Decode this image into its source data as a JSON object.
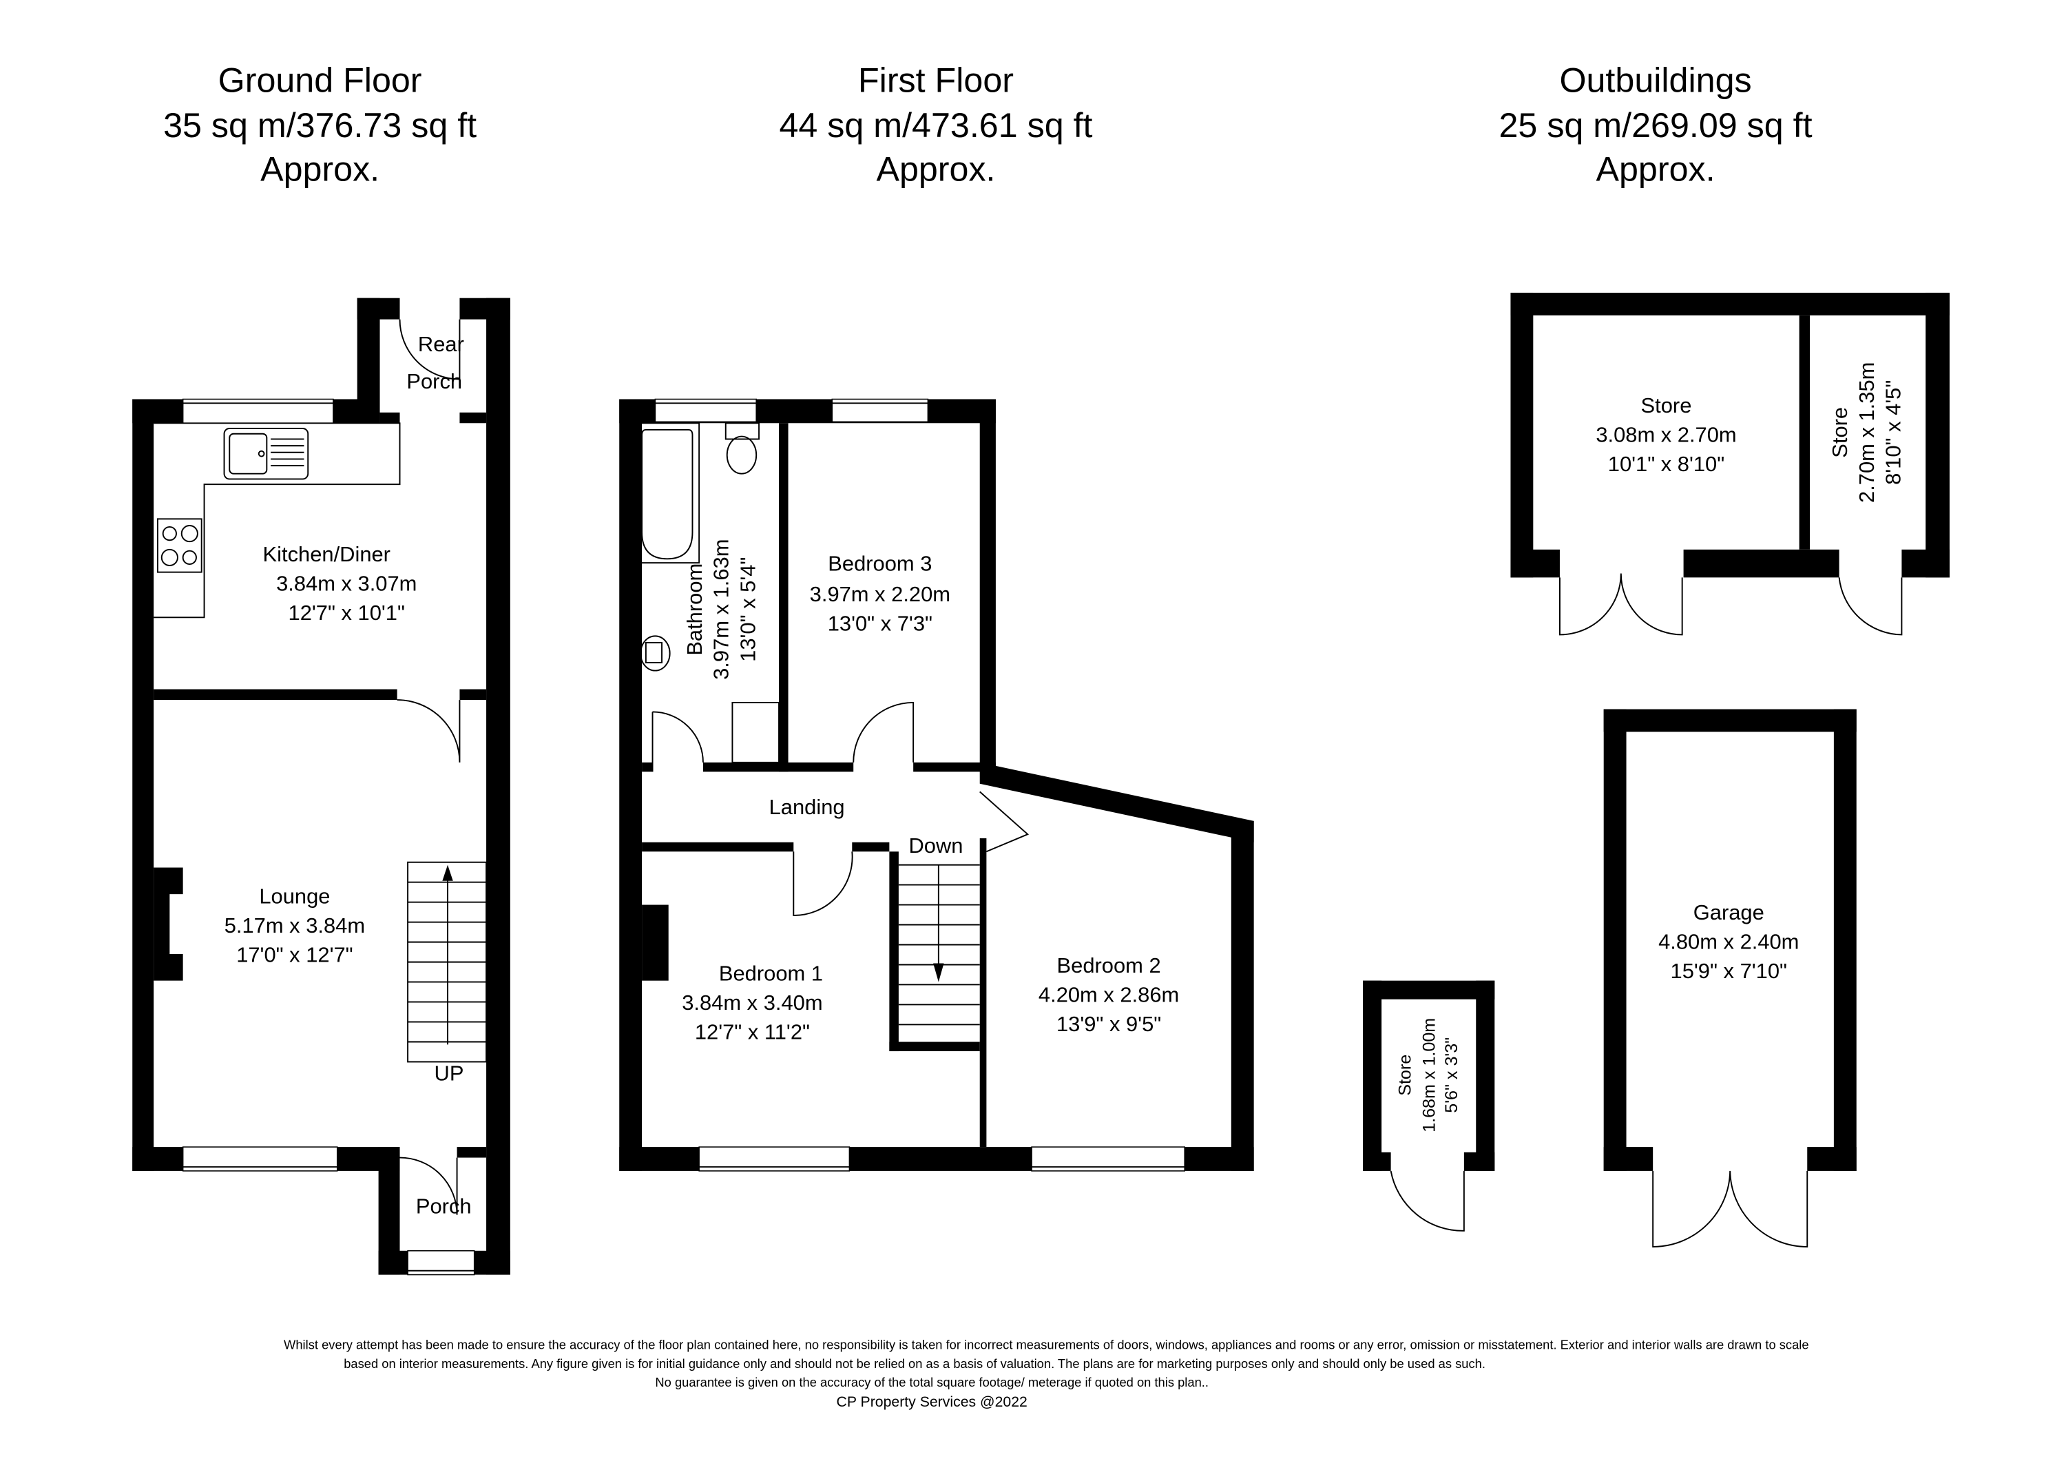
{
  "floors": [
    {
      "title": "Ground Floor",
      "area": "35 sq m/376.73 sq ft",
      "approx": "Approx."
    },
    {
      "title": "First Floor",
      "area": "44 sq m/473.61 sq ft",
      "approx": "Approx."
    },
    {
      "title": "Outbuildings",
      "area": "25 sq m/269.09 sq ft",
      "approx": "Approx."
    }
  ],
  "rooms": {
    "rear_porch": {
      "name1": "Rear",
      "name2": "Porch"
    },
    "kitchen": {
      "name": "Kitchen/Diner",
      "metric": "3.84m x 3.07m",
      "imperial": "12'7\" x 10'1\""
    },
    "lounge": {
      "name": "Lounge",
      "metric": "5.17m x 3.84m",
      "imperial": "17'0\" x 12'7\""
    },
    "porch": {
      "name": "Porch"
    },
    "stairs_up": "UP",
    "bathroom": {
      "name": "Bathroom",
      "metric": "3.97m x 1.63m",
      "imperial": "13'0\" x 5'4\""
    },
    "bedroom3": {
      "name": "Bedroom 3",
      "metric": "3.97m x 2.20m",
      "imperial": "13'0\" x 7'3\""
    },
    "landing": {
      "name": "Landing"
    },
    "stairs_down": "Down",
    "bedroom1": {
      "name": "Bedroom 1",
      "metric": "3.84m x 3.40m",
      "imperial": "12'7\" x 11'2\""
    },
    "bedroom2": {
      "name": "Bedroom 2",
      "metric": "4.20m x 2.86m",
      "imperial": "13'9\" x 9'5\""
    },
    "store_large": {
      "name": "Store",
      "metric": "3.08m x 2.70m",
      "imperial": "10'1\" x 8'10\""
    },
    "store_side": {
      "name": "Store",
      "metric": "2.70m x 1.35m",
      "imperial": "8'10\" x 4'5\""
    },
    "store_small": {
      "name": "Store",
      "metric": "1.68m x 1.00m",
      "imperial": "5'6\" x 3'3\""
    },
    "garage": {
      "name": "Garage",
      "metric": "4.80m x 2.40m",
      "imperial": "15'9\" x 7'10\""
    }
  },
  "disclaimer": {
    "line1": "Whilst every attempt has been made to ensure the accuracy of the floor plan contained here, no responsibility is taken for incorrect measurements of doors, windows, appliances and rooms or any error, omission or misstatement. Exterior and interior walls are drawn to scale",
    "line2": "based on interior measurements. Any figure given is for initial guidance only and should not be relied on as a basis of valuation. The plans are for marketing purposes only and should only be used as such.",
    "line3": "No guarantee is given on the accuracy of the total square footage/ meterage if quoted on this plan..",
    "copyright": "CP Property Services @2022"
  },
  "colors": {
    "wall": "#000000",
    "background": "#ffffff"
  }
}
